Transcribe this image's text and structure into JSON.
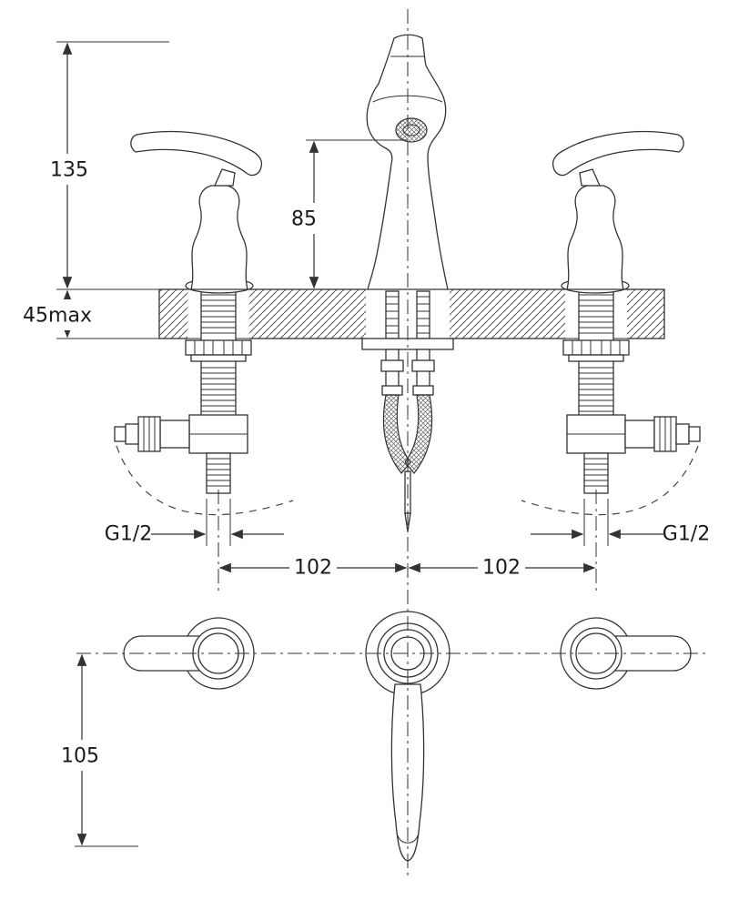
{
  "diagram": {
    "dims": {
      "total_height": "135",
      "spout_height": "85",
      "deck_max": "45max",
      "left_thread": "G1/2",
      "right_thread": "G1/2",
      "left_spacing": "102",
      "right_spacing": "102",
      "spout_reach": "105"
    }
  }
}
